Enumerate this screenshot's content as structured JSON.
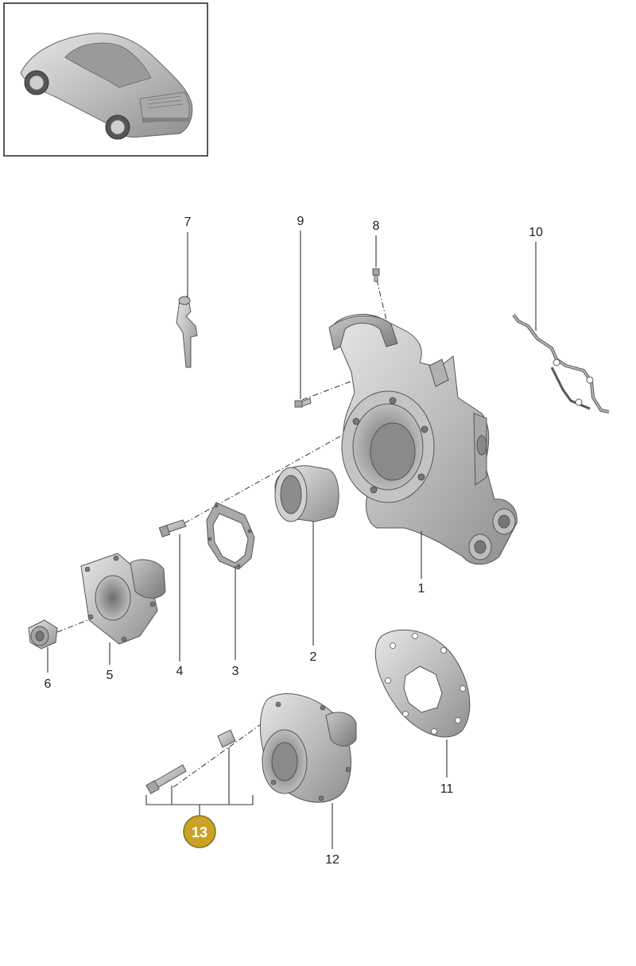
{
  "diagram": {
    "callouts": {
      "c1": "1",
      "c2": "2",
      "c3": "3",
      "c4": "4",
      "c5": "5",
      "c6": "6",
      "c7": "7",
      "c8": "8",
      "c9": "9",
      "c10": "10",
      "c11": "11",
      "c12": "12"
    },
    "assembly_badge": {
      "label": "13",
      "color": "#c9a227"
    },
    "part_color": "#b9b9b9",
    "icons": [
      "vehicle-thumbnail-icon"
    ]
  }
}
